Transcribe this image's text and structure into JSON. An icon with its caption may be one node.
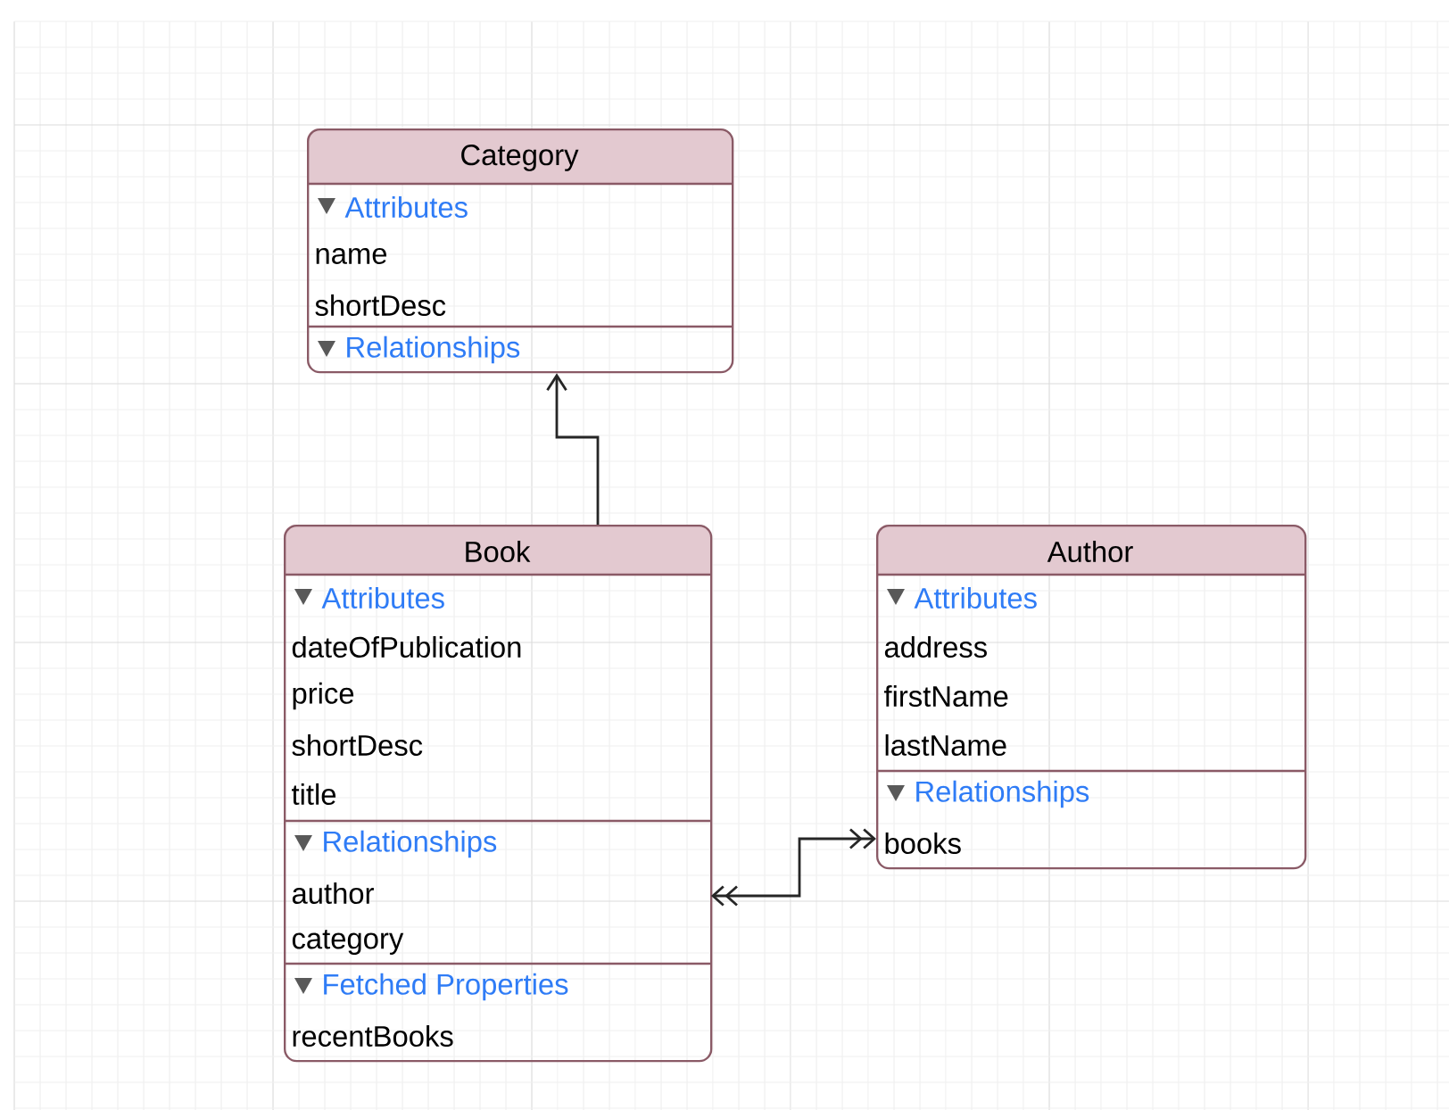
{
  "diagram": {
    "nodes": [
      {
        "text": [
          "Category"
        ]
      },
      {
        "text": [
          "Attributes",
          "name",
          "shortDesc"
        ],
        "in": 0
      },
      {
        "text": [
          "Relationships"
        ],
        "in": 0
      },
      {
        "text": [
          "Book"
        ]
      },
      {
        "text": [
          "Attributes",
          "dateOfPublication",
          "price",
          "shortDesc",
          "title"
        ],
        "in": 3
      },
      {
        "text": [
          "Relationships",
          "author",
          "category"
        ],
        "in": 3
      },
      {
        "text": [
          "Fetched Properties",
          "recentBooks"
        ],
        "in": 3
      },
      {
        "text": [
          "Author"
        ]
      },
      {
        "text": [
          "Attributes",
          "address",
          "firstName",
          "lastName"
        ],
        "in": 7
      },
      {
        "text": [
          "Relationships",
          "books"
        ],
        "in": 7
      }
    ],
    "edges": [
      {
        "from": 3,
        "to": 0,
        "arrow": "to"
      },
      {
        "from": 5,
        "to": 9,
        "arrow": "both"
      }
    ]
  }
}
